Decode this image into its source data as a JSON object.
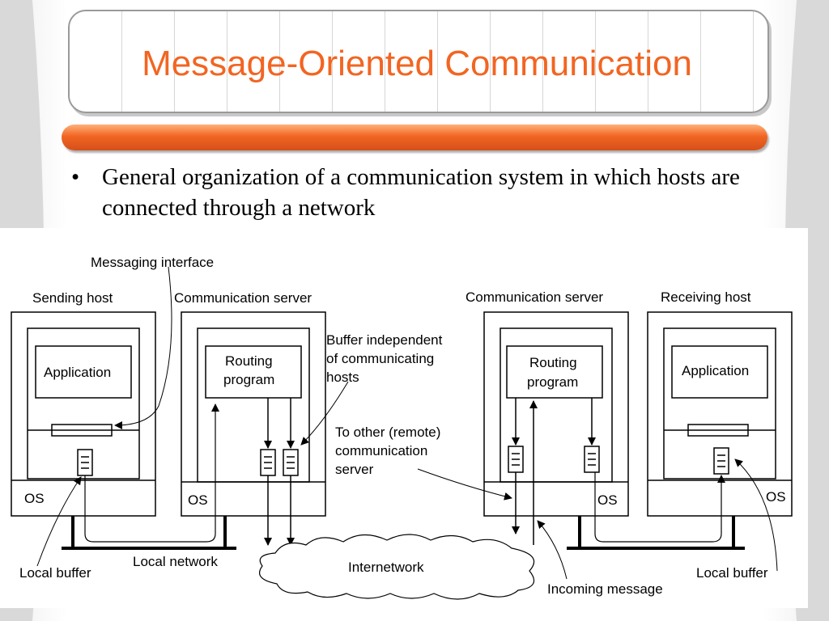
{
  "slide": {
    "title": "Message-Oriented Communication",
    "bullet": "General organization of a communication system in which hosts are connected through a network"
  },
  "diagram": {
    "labels": {
      "messaging_interface": "Messaging interface",
      "sending_host": "Sending host",
      "comm_server_left": "Communication server",
      "comm_server_right": "Communication server",
      "receiving_host": "Receiving host",
      "application_left": "Application",
      "application_right": "Application",
      "routing_left_1": "Routing",
      "routing_left_2": "program",
      "routing_right_1": "Routing",
      "routing_right_2": "program",
      "buffer_independent_1": "Buffer independent",
      "buffer_independent_2": "of communicating",
      "buffer_independent_3": "hosts",
      "to_other_1": "To other (remote)",
      "to_other_2": "communication",
      "to_other_3": "server",
      "os_1": "OS",
      "os_2": "OS",
      "os_3": "OS",
      "os_4": "OS",
      "local_buffer_left": "Local buffer",
      "local_network": "Local network",
      "internetwork": "Internetwork",
      "incoming_message": "Incoming message",
      "local_buffer_right": "Local buffer"
    }
  },
  "colors": {
    "title": "#f26522",
    "accent": "#f26522"
  }
}
